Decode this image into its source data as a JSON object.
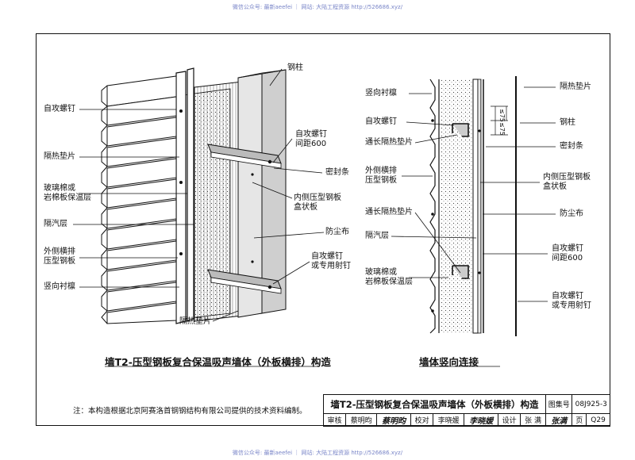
{
  "watermark": {
    "top": "微信公众号: 最新aeefei ｜ 网站: 大陆工程资源 http://526686.xyz/",
    "bottom": "微信公众号: 最新aeefei ｜ 网站: 大陆工程资源 http://526686.xyz/"
  },
  "left": {
    "labels": {
      "gangzhu": "钢柱",
      "zigong_top": "自攻螺钉",
      "zigong_right1": "自攻螺钉\n间距600",
      "gere_left": "隔热垫片",
      "mifengtiao": "密封条",
      "boli": "玻璃棉或\n岩棉板保温层",
      "neice": "内侧压型钢板\n盒状板",
      "geqi": "隔汽层",
      "fangchenbu": "防尘布",
      "waice": "外侧横排\n压型钢板",
      "zigong_right2": "自攻螺钉\n或专用射钉",
      "shuxiang": "竖向衬檩",
      "gere_bottom": "隔热垫片"
    },
    "caption": "墙T2-压型钢板复合保温吸声墙体（外板横排）构造"
  },
  "right": {
    "labels": {
      "shuxiang": "竖向衬檩",
      "gere_top": "隔热垫片",
      "zigong": "自攻螺钉",
      "gangzhu": "钢柱",
      "tongchang1": "通长隔热垫片",
      "mifengtiao": "密封条",
      "waice": "外侧横排\n压型钢板",
      "neice": "内侧压型钢板\n盒状板",
      "tongchang2": "通长隔热垫片",
      "fangchenbu": "防尘布",
      "geqi": "隔汽层",
      "zigong_jianju": "自攻螺钉\n间距600",
      "boli": "玻璃棉或\n岩棉板保温层",
      "zigong_shedi": "自攻螺钉\n或专用射钉"
    },
    "dims": {
      "a": "≤75",
      "b": "≤75"
    },
    "caption": "墙体竖向连接"
  },
  "note": "注：本构造根据北京阿赛洛首钢钢结构有限公司提供的技术资料编制。",
  "titleblock": {
    "title": "墙T2-压型钢板复合保温吸声墙体（外板横排）构造",
    "atlas_label": "图集号",
    "atlas_no": "08J925-3",
    "review_label": "审核",
    "reviewer": "蔡明昀",
    "reviewer_sig": "蔡明昀",
    "check_label": "校对",
    "checker": "李晓媛",
    "checker_sig": "李晓媛",
    "design_label": "设计",
    "designer": "张 满",
    "designer_sig": "张满",
    "page_label": "页",
    "page_no": "Q29"
  }
}
